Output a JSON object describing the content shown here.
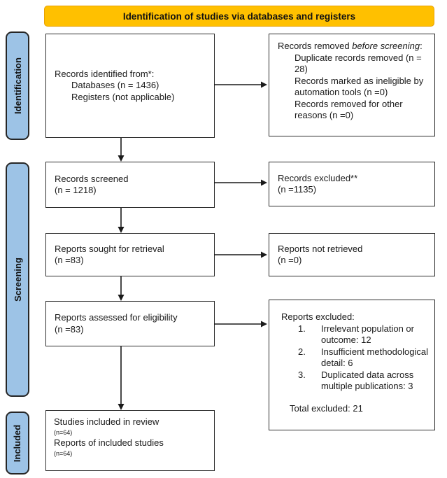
{
  "banner": {
    "title": "Identification of studies via databases and registers"
  },
  "stages": [
    {
      "label": "Identification"
    },
    {
      "label": "Screening"
    },
    {
      "label": "Included"
    }
  ],
  "boxes": {
    "identified": {
      "line1": "Records identified from*:",
      "items": [
        "Databases (n = 1436)",
        "Registers (not applicable)"
      ]
    },
    "removed": {
      "line1_pre": "Records removed ",
      "line1_italic": "before screening",
      "line1_post": ":",
      "items": [
        "Duplicate records removed (n = 28)",
        "Records marked as ineligible by automation tools (n =0)",
        "Records removed for other reasons (n =0)"
      ]
    },
    "screened": {
      "line1": "Records screened",
      "line2": "(n = 1218)"
    },
    "excluded": {
      "line1": "Records excluded**",
      "line2": "(n =1135)"
    },
    "sought": {
      "line1": "Reports sought for retrieval",
      "line2": "(n =83)"
    },
    "not_retrieved": {
      "line1": "Reports not retrieved",
      "line2": "(n =0)"
    },
    "assessed": {
      "line1": "Reports assessed for eligibility",
      "line2": "(n =83)"
    },
    "reports_excluded": {
      "line1": "Reports excluded:",
      "reasons": [
        {
          "num": "1.",
          "text": "Irrelevant population or outcome: 12"
        },
        {
          "num": "2.",
          "text": "Insufficient methodological detail: 6"
        },
        {
          "num": "3.",
          "text": "Duplicated data across multiple publications: 3"
        }
      ],
      "total": "Total excluded: 21"
    },
    "included": {
      "line1": "Studies included in review",
      "line2": "(n=64)",
      "line3": "Reports of included studies",
      "line4": "(n=64)"
    }
  },
  "colors": {
    "banner_bg": "#FFC000",
    "banner_border": "#E8A000",
    "stage_bg": "#9DC3E6",
    "line": "#1A1A1A"
  }
}
